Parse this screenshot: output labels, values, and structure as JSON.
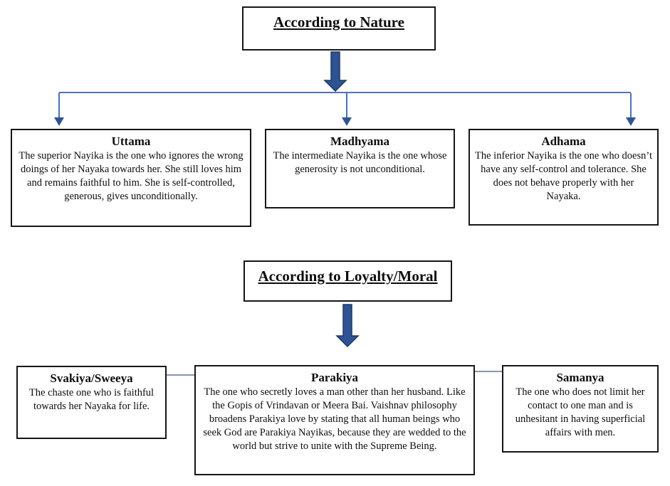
{
  "sections": [
    {
      "title": "According to Nature",
      "boxes": [
        {
          "heading": "Uttama",
          "body": "The superior Nayika is the one who ignores the wrong doings of her Nayaka towards her. She still loves him and remains faithful to him. She is self-controlled, generous, gives unconditionally."
        },
        {
          "heading": "Madhyama",
          "body": "The intermediate Nayika is the one whose generosity is not unconditional."
        },
        {
          "heading": "Adhama",
          "body": "The inferior Nayika is the one who doesn’t have any self-control and tolerance. She does not behave properly with her Nayaka."
        }
      ]
    },
    {
      "title": "According to Loyalty/Moral",
      "boxes": [
        {
          "heading": "Svakiya/Sweeya",
          "body": "The chaste one who is faithful towards her Nayaka for life."
        },
        {
          "heading": "Parakiya",
          "body": "The one who secretly loves a man other than her husband. Like the Gopis of Vrindavan or Meera Bai. Vaishnav philosophy broadens Parakiya love by stating that all human beings who seek God are Parakiya Nayikas, because they are wedded to the world but strive to unite with the Supreme Being."
        },
        {
          "heading": "Samanya",
          "body": "The one who does not limit her contact to one man and is unhesitant in having superficial affairs with men."
        }
      ]
    }
  ],
  "colors": {
    "thick_arrow_fill": "#2e5394",
    "thick_arrow_outline": "#1f3864",
    "thin_arrow_shaft": "#4472c4",
    "thin_arrow_head": "#2f5496",
    "branch_line": "#4f74b8",
    "side_connector": "#8496b0",
    "box_border": "#000000",
    "text": "#000000",
    "background": "#ffffff"
  }
}
